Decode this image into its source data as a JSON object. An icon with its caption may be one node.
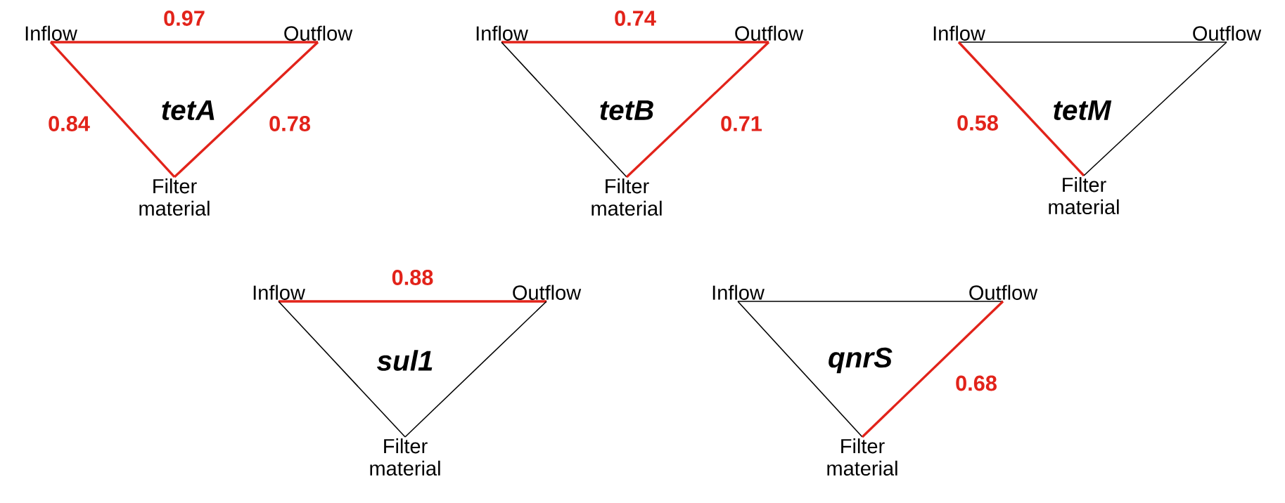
{
  "diagram": {
    "nodes": [
      {
        "text": [
          "Inflow"
        ]
      },
      {
        "text": [
          "Outflow"
        ]
      },
      {
        "text": [
          "Filter material"
        ]
      },
      {
        "text": [
          "Inflow"
        ]
      },
      {
        "text": [
          "Outflow"
        ]
      },
      {
        "text": [
          "Filter material"
        ]
      },
      {
        "text": [
          "Inflow"
        ]
      },
      {
        "text": [
          "Outflow"
        ]
      },
      {
        "text": [
          "Filter material"
        ]
      },
      {
        "text": [
          "Inflow"
        ]
      },
      {
        "text": [
          "Outflow"
        ]
      },
      {
        "text": [
          "Filter material"
        ]
      },
      {
        "text": [
          "Inflow"
        ]
      },
      {
        "text": [
          "Outflow"
        ]
      },
      {
        "text": [
          "Filter material"
        ]
      }
    ],
    "edges": [
      {
        "from": 0,
        "to": 1,
        "arrow": "none",
        "label": "0.97"
      },
      {
        "from": 0,
        "to": 2,
        "arrow": "none",
        "label": "0.84"
      },
      {
        "from": 1,
        "to": 2,
        "arrow": "none",
        "label": "0.78"
      },
      {
        "from": 3,
        "to": 4,
        "arrow": "none",
        "label": "0.74"
      },
      {
        "from": 3,
        "to": 5,
        "arrow": "none",
        "color": "#000000"
      },
      {
        "from": 4,
        "to": 5,
        "arrow": "none",
        "label": "0.71"
      },
      {
        "from": 6,
        "to": 7,
        "arrow": "none",
        "color": "#000000"
      },
      {
        "from": 6,
        "to": 8,
        "arrow": "none",
        "label": "0.58"
      },
      {
        "from": 7,
        "to": 8,
        "arrow": "none",
        "color": "#000000"
      },
      {
        "from": 9,
        "to": 10,
        "arrow": "none",
        "label": "0.88"
      },
      {
        "from": 9,
        "to": 11,
        "arrow": "none",
        "color": "#000000"
      },
      {
        "from": 10,
        "to": 11,
        "arrow": "none",
        "color": "#000000"
      },
      {
        "from": 12,
        "to": 13,
        "arrow": "none",
        "color": "#000000"
      },
      {
        "from": 12,
        "to": 14,
        "arrow": "none",
        "color": "#000000"
      },
      {
        "from": 13,
        "to": 14,
        "arrow": "none",
        "label": "0.68"
      }
    ],
    "labels": [
      "tetA",
      "tetB",
      "tetM",
      "sul1",
      "qnrS"
    ]
  }
}
